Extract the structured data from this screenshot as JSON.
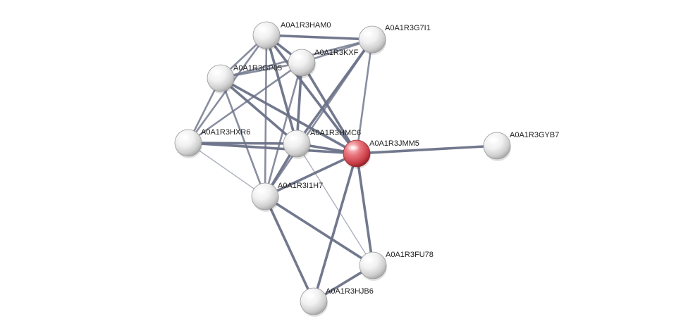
{
  "network": {
    "query_color": "#d23b46",
    "node_color": "#e9e9e9",
    "edge_color": "#6a7187",
    "nodes": [
      {
        "id": "A0A1R3HAM0",
        "label": "A0A1R3HAM0",
        "query": false
      },
      {
        "id": "A0A1R3G7I1",
        "label": "A0A1R3G7I1",
        "query": false
      },
      {
        "id": "A0A1R3KXF",
        "label": "A0A1R3KXF",
        "query": false
      },
      {
        "id": "A0A1R3GP05",
        "label": "A0A1R3GP05",
        "query": false
      },
      {
        "id": "A0A1R3HXR6",
        "label": "A0A1R3HXR6",
        "query": false
      },
      {
        "id": "A0A1R3HMC6",
        "label": "A0A1R3HMC6",
        "query": false
      },
      {
        "id": "A0A1R3JMM5",
        "label": "A0A1R3JMM5",
        "query": true
      },
      {
        "id": "A0A1R3GYB7",
        "label": "A0A1R3GYB7",
        "query": false
      },
      {
        "id": "A0A1R3I1H7",
        "label": "A0A1R3I1H7",
        "query": false
      },
      {
        "id": "A0A1R3FU78",
        "label": "A0A1R3FU78",
        "query": false
      },
      {
        "id": "A0A1R3HJB6",
        "label": "A0A1R3HJB6",
        "query": false
      }
    ],
    "edges": [
      {
        "source": "A0A1R3HAM0",
        "target": "A0A1R3G7I1",
        "strength": "strong"
      },
      {
        "source": "A0A1R3HAM0",
        "target": "A0A1R3KXF",
        "strength": "strong"
      },
      {
        "source": "A0A1R3HAM0",
        "target": "A0A1R3GP05",
        "strength": "medium"
      },
      {
        "source": "A0A1R3HAM0",
        "target": "A0A1R3HXR6",
        "strength": "medium"
      },
      {
        "source": "A0A1R3HAM0",
        "target": "A0A1R3HMC6",
        "strength": "strong"
      },
      {
        "source": "A0A1R3HAM0",
        "target": "A0A1R3JMM5",
        "strength": "strong"
      },
      {
        "source": "A0A1R3HAM0",
        "target": "A0A1R3I1H7",
        "strength": "medium"
      },
      {
        "source": "A0A1R3G7I1",
        "target": "A0A1R3KXF",
        "strength": "medium"
      },
      {
        "source": "A0A1R3G7I1",
        "target": "A0A1R3GP05",
        "strength": "medium"
      },
      {
        "source": "A0A1R3G7I1",
        "target": "A0A1R3HMC6",
        "strength": "strong"
      },
      {
        "source": "A0A1R3G7I1",
        "target": "A0A1R3JMM5",
        "strength": "medium"
      },
      {
        "source": "A0A1R3G7I1",
        "target": "A0A1R3I1H7",
        "strength": "medium"
      },
      {
        "source": "A0A1R3KXF",
        "target": "A0A1R3GP05",
        "strength": "medium"
      },
      {
        "source": "A0A1R3KXF",
        "target": "A0A1R3HXR6",
        "strength": "medium"
      },
      {
        "source": "A0A1R3KXF",
        "target": "A0A1R3HMC6",
        "strength": "strong"
      },
      {
        "source": "A0A1R3KXF",
        "target": "A0A1R3JMM5",
        "strength": "strong"
      },
      {
        "source": "A0A1R3KXF",
        "target": "A0A1R3I1H7",
        "strength": "medium"
      },
      {
        "source": "A0A1R3GP05",
        "target": "A0A1R3HXR6",
        "strength": "medium"
      },
      {
        "source": "A0A1R3GP05",
        "target": "A0A1R3HMC6",
        "strength": "strong"
      },
      {
        "source": "A0A1R3GP05",
        "target": "A0A1R3JMM5",
        "strength": "strong"
      },
      {
        "source": "A0A1R3GP05",
        "target": "A0A1R3I1H7",
        "strength": "medium"
      },
      {
        "source": "A0A1R3HXR6",
        "target": "A0A1R3HMC6",
        "strength": "strong"
      },
      {
        "source": "A0A1R3HXR6",
        "target": "A0A1R3JMM5",
        "strength": "strong"
      },
      {
        "source": "A0A1R3HXR6",
        "target": "A0A1R3I1H7",
        "strength": "weak"
      },
      {
        "source": "A0A1R3HMC6",
        "target": "A0A1R3JMM5",
        "strength": "strong"
      },
      {
        "source": "A0A1R3HMC6",
        "target": "A0A1R3I1H7",
        "strength": "strong"
      },
      {
        "source": "A0A1R3HMC6",
        "target": "A0A1R3FU78",
        "strength": "weak"
      },
      {
        "source": "A0A1R3JMM5",
        "target": "A0A1R3GYB7",
        "strength": "strong"
      },
      {
        "source": "A0A1R3JMM5",
        "target": "A0A1R3I1H7",
        "strength": "strong"
      },
      {
        "source": "A0A1R3JMM5",
        "target": "A0A1R3FU78",
        "strength": "strong"
      },
      {
        "source": "A0A1R3JMM5",
        "target": "A0A1R3HJB6",
        "strength": "strong"
      },
      {
        "source": "A0A1R3I1H7",
        "target": "A0A1R3FU78",
        "strength": "strong"
      },
      {
        "source": "A0A1R3I1H7",
        "target": "A0A1R3HJB6",
        "strength": "strong"
      },
      {
        "source": "A0A1R3FU78",
        "target": "A0A1R3HJB6",
        "strength": "strong"
      }
    ]
  }
}
